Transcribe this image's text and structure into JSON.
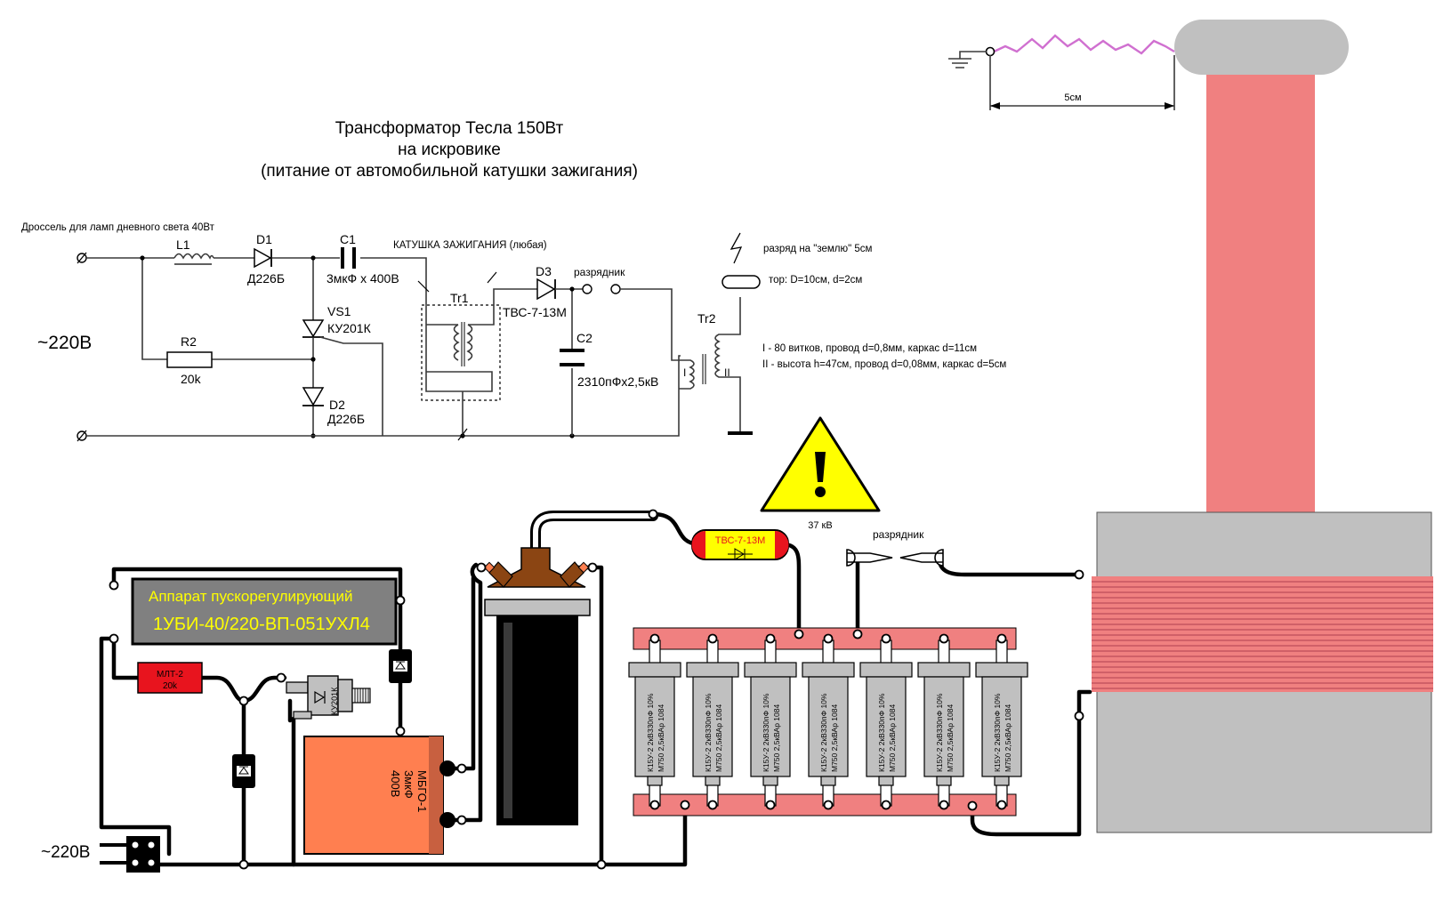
{
  "title": {
    "line1": "Трансформатор Тесла 150Вт",
    "line2": "на искровике",
    "line3": "(питание от автомобильной катушки зажигания)"
  },
  "schematic": {
    "choke_note": "Дроссель для ламп дневного света 40Вт",
    "mains": "~220В",
    "L1": "L1",
    "D1": "D1",
    "D1_type": "Д226Б",
    "C1": "C1",
    "C1_value": "3мкФ x 400В",
    "ignition_coil": "КАТУШКА ЗАЖИГАНИЯ (любая)",
    "VS1": "VS1",
    "VS1_type": "КУ201К",
    "R2": "R2",
    "R2_value": "20k",
    "D2": "D2",
    "D2_type": "Д226Б",
    "Tr1": "Tr1",
    "D3": "D3",
    "D3_type": "ТВС-7-13М",
    "spark_gap": "разрядник",
    "C2": "C2",
    "C2_value": "2310пФх2,5кВ",
    "Tr2": "Tr2",
    "winding_1": "I",
    "winding_2": "II",
    "ground_discharge": "разряд на \"землю\" 5см",
    "torus": "тор: D=10см, d=2см",
    "coil_note_1": "I - 80 витков, провод d=0,8мм, каркас d=11см",
    "coil_note_2": "II - высота h=47см, провод d=0,08мм, каркас d=5см"
  },
  "assembly": {
    "ballast_title": "Аппарат пускорегулирующий",
    "ballast_model": "1УБИ-40/220-ВП-051УХЛ4",
    "resistor": "МЛТ-2",
    "resistor_value": "20k",
    "thyristor": "КУ201К",
    "capacitor_l1": "МБГО-1",
    "capacitor_l2": "3мкФ",
    "capacitor_l3": "400В",
    "diode_label": "ТВС-7-13М",
    "warning_value": "37 кВ",
    "spark_gap": "разрядник",
    "mains": "~220В",
    "arc_distance": "5см",
    "cap_l1": "К15У-2 2кВ330пФ 10%",
    "cap_l2": "М750 2,5кВАр 1084"
  },
  "colors": {
    "pink": "#f08080",
    "gray": "#c0c0c0",
    "ballast_bg": "#808080",
    "ballast_text": "#ffff00",
    "red": "#e8141e",
    "orange": "#ff7f50",
    "brown": "#8b4513",
    "yellow": "#ffff00",
    "arc": "#d070d0"
  }
}
